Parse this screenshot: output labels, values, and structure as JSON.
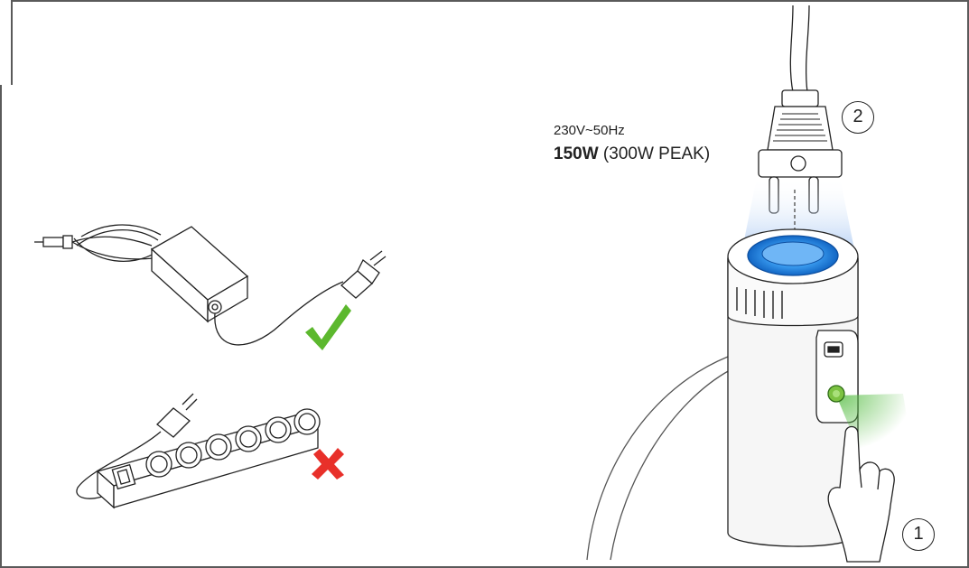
{
  "specs": {
    "voltage": "230V~50Hz",
    "power_bold": "150W",
    "power_rest": " (300W PEAK)"
  },
  "steps": {
    "step_1": "1",
    "step_2": "2"
  },
  "icons": {
    "correct": "green-checkmark-icon",
    "incorrect": "red-cross-icon"
  },
  "colors": {
    "check_green": "#5cb82e",
    "cross_red": "#e8302a",
    "power_ring_blue": "#1e88e5",
    "led_green": "#7cc242"
  }
}
